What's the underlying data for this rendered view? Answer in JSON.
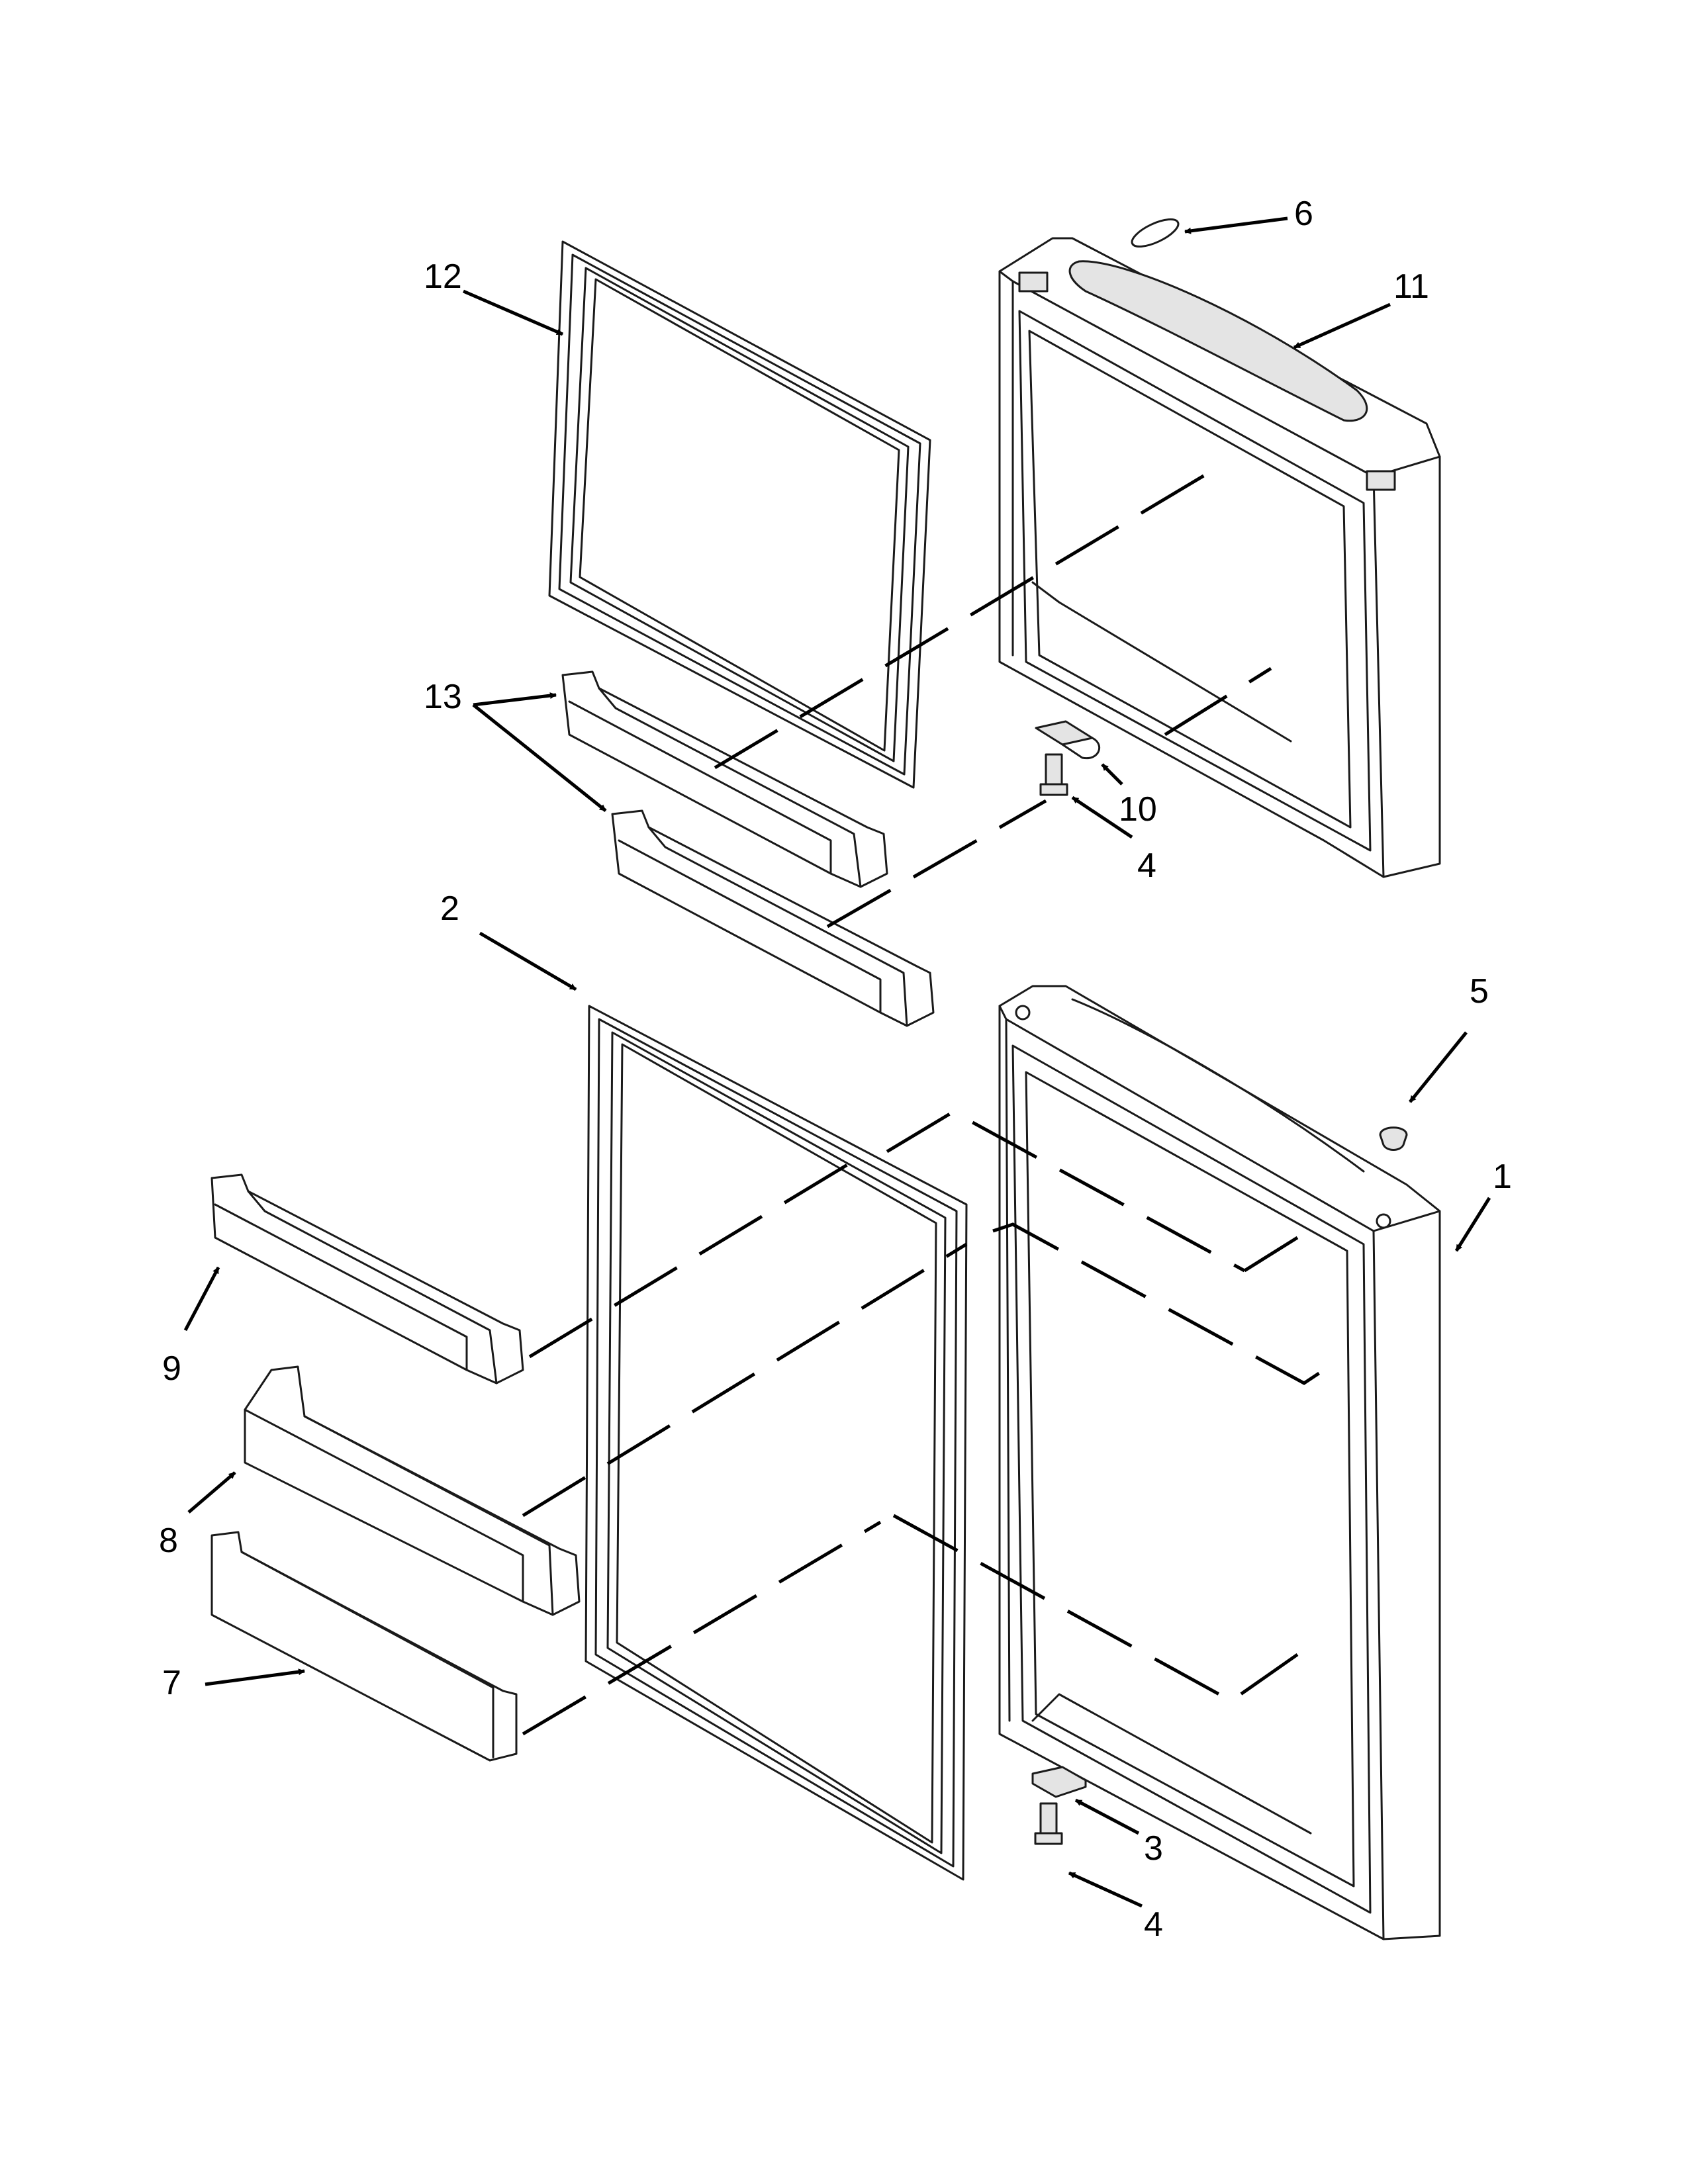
{
  "diagram": {
    "type": "exploded-parts-view",
    "callouts": [
      {
        "id": "c1",
        "label": "1"
      },
      {
        "id": "c2",
        "label": "2"
      },
      {
        "id": "c3",
        "label": "3"
      },
      {
        "id": "c4a",
        "label": "4"
      },
      {
        "id": "c4b",
        "label": "4"
      },
      {
        "id": "c5",
        "label": "5"
      },
      {
        "id": "c6",
        "label": "6"
      },
      {
        "id": "c7",
        "label": "7"
      },
      {
        "id": "c8",
        "label": "8"
      },
      {
        "id": "c9",
        "label": "9"
      },
      {
        "id": "c10",
        "label": "10"
      },
      {
        "id": "c11",
        "label": "11"
      },
      {
        "id": "c12",
        "label": "12"
      },
      {
        "id": "c13",
        "label": "13"
      }
    ]
  }
}
